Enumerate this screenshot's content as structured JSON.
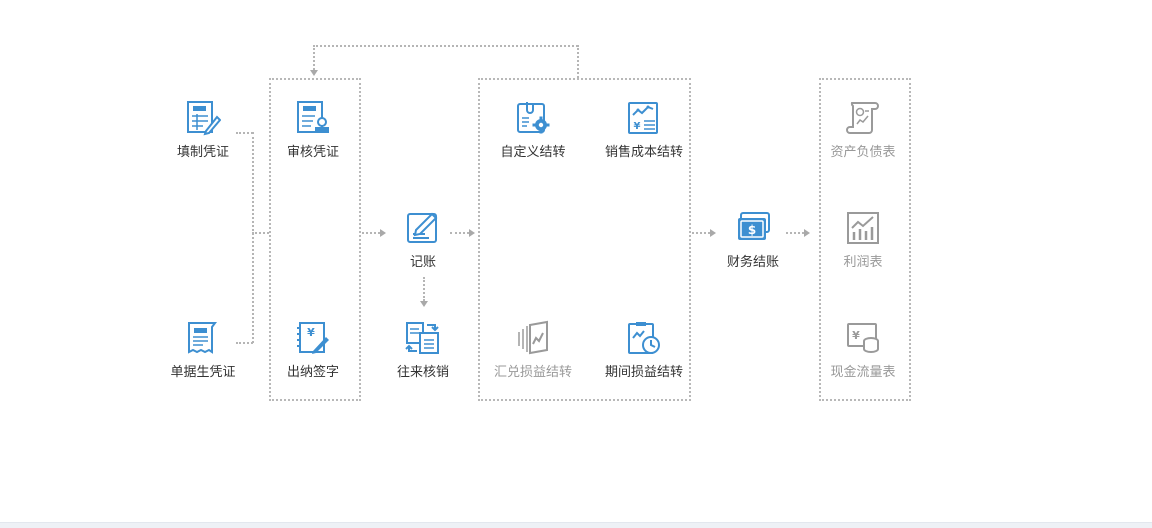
{
  "colors": {
    "icon_active": "#3d8fd1",
    "icon_inactive": "#9a9a9a",
    "label_active": "#333333",
    "label_inactive": "#999999",
    "connector": "#b5b5b5"
  },
  "nodes": {
    "fill_voucher": {
      "label": "填制凭证",
      "icon": "voucher-edit-icon",
      "active": true
    },
    "review_voucher": {
      "label": "审核凭证",
      "icon": "voucher-review-icon",
      "active": true
    },
    "bill_voucher": {
      "label": "单据生凭证",
      "icon": "bill-voucher-icon",
      "active": true
    },
    "cashier_sign": {
      "label": "出纳签字",
      "icon": "cashier-sign-icon",
      "active": true
    },
    "bookkeeping": {
      "label": "记账",
      "icon": "bookkeeping-icon",
      "active": true
    },
    "reconcile": {
      "label": "往来核销",
      "icon": "reconcile-icon",
      "active": true
    },
    "custom_carry": {
      "label": "自定义结转",
      "icon": "custom-carry-gear-icon",
      "active": true
    },
    "sales_cost_carry": {
      "label": "销售成本结转",
      "icon": "sales-cost-chart-icon",
      "active": true
    },
    "fx_carry": {
      "label": "汇兑损益结转",
      "icon": "exchange-gain-loss-icon",
      "active": false
    },
    "period_carry": {
      "label": "期间损益结转",
      "icon": "period-clock-icon",
      "active": true
    },
    "closing": {
      "label": "财务结账",
      "icon": "money-closing-icon",
      "active": true
    },
    "balance_sheet": {
      "label": "资产负债表",
      "icon": "balance-sheet-scroll-icon",
      "active": false
    },
    "income_statement": {
      "label": "利润表",
      "icon": "income-chart-icon",
      "active": false
    },
    "cashflow": {
      "label": "现金流量表",
      "icon": "cashflow-coins-icon",
      "active": false
    }
  }
}
